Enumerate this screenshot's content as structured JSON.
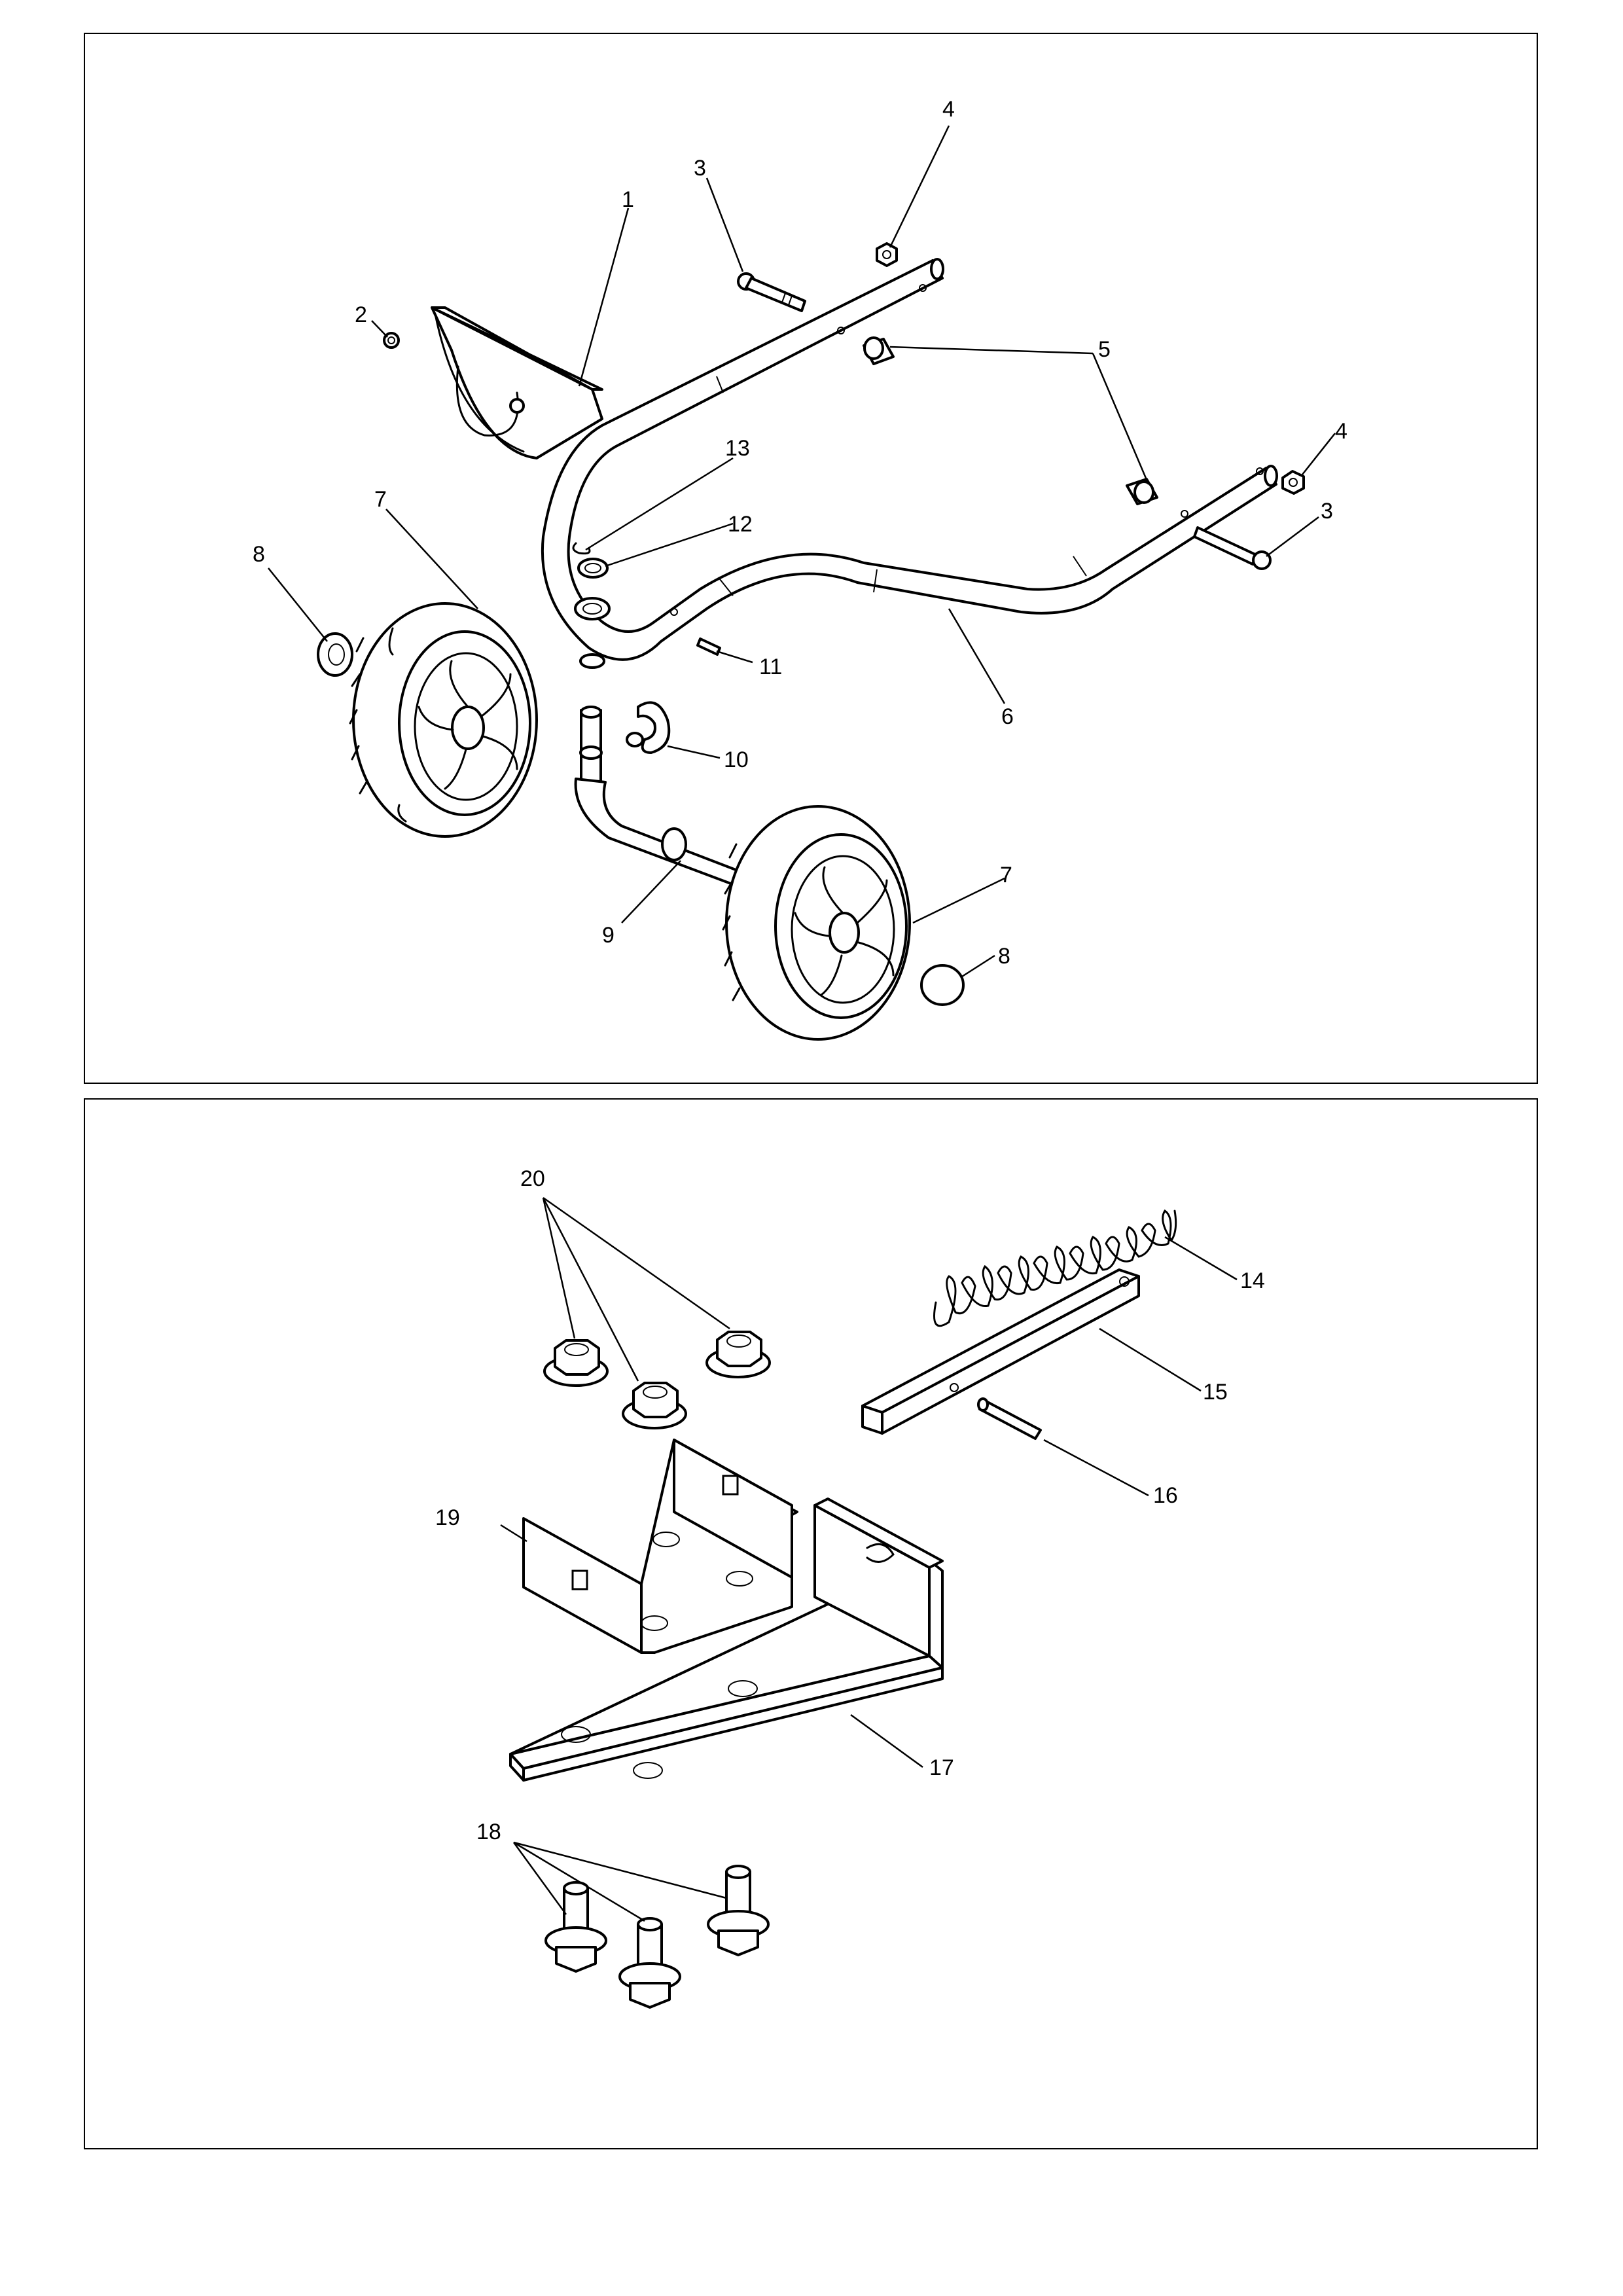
{
  "top_panel": {
    "callouts": {
      "c1": "1",
      "c2": "2",
      "c3a": "3",
      "c3b": "3",
      "c4a": "4",
      "c4b": "4",
      "c5": "5",
      "c6": "6",
      "c7a": "7",
      "c7b": "7",
      "c8a": "8",
      "c8b": "8",
      "c9": "9",
      "c10": "10",
      "c11": "11",
      "c12": "12",
      "c13": "13"
    }
  },
  "bottom_panel": {
    "callouts": {
      "c14": "14",
      "c15": "15",
      "c16": "16",
      "c17": "17",
      "c18": "18",
      "c19": "19",
      "c20": "20"
    }
  },
  "colors": {
    "line": "#000000",
    "background": "#ffffff"
  }
}
